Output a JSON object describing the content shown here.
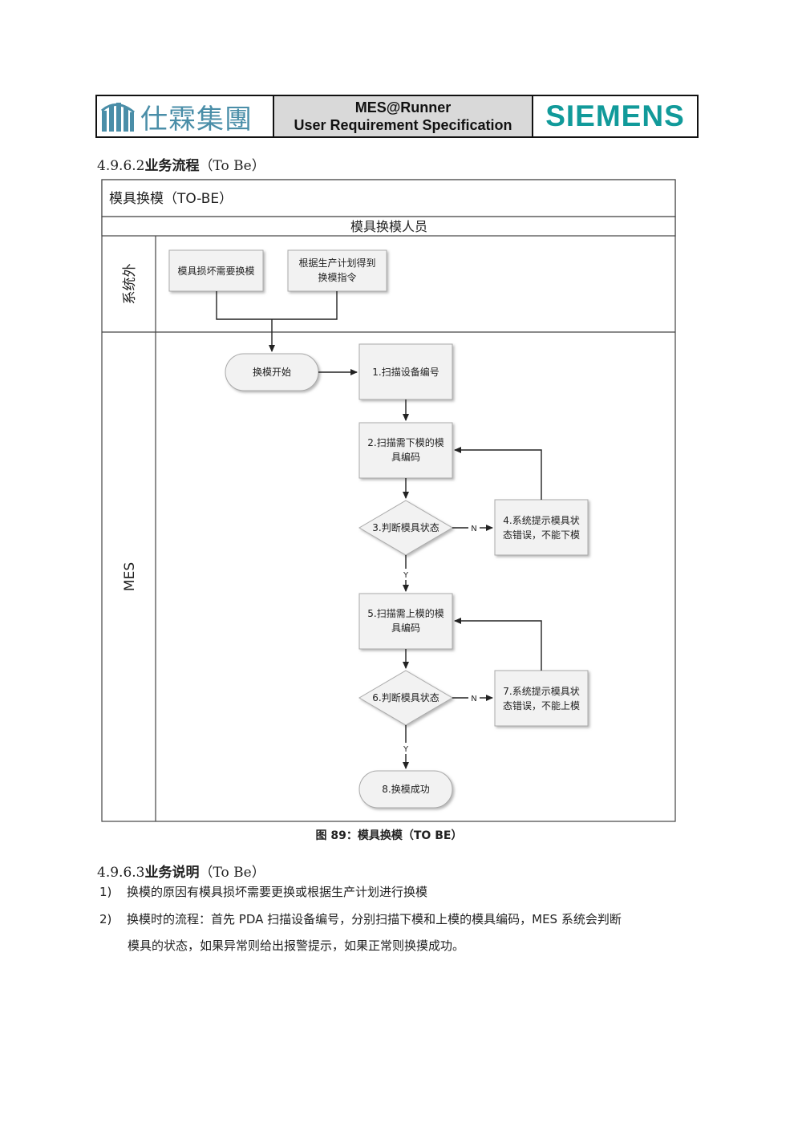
{
  "header": {
    "logo_text": "仕霖集團",
    "title_line1": "MES@Runner",
    "title_line2": "User Requirement Specification",
    "brand": "SIEMENS",
    "brand_color": "#119a9a",
    "logo_color": "#4a8ea8"
  },
  "section_process": {
    "number": "4.9.6.2",
    "title": "业务流程",
    "suffix": "（To Be）"
  },
  "diagram": {
    "title": "模具换模（TO-BE）",
    "pool_header": "模具换模人员",
    "lanes": {
      "external": "系统外",
      "mes": "MES"
    },
    "nodes": {
      "damage": "模具损坏需要换模",
      "plan_line1": "根据生产计划得到",
      "plan_line2": "换模指令",
      "start": "换模开始",
      "step1": "1.扫描设备编号",
      "step2_line1": "2.扫描需下模的模",
      "step2_line2": "具编码",
      "step3": "3.判断模具状态",
      "step4_line1": "4.系统提示模具状",
      "step4_line2": "态错误，不能下模",
      "step5_line1": "5.扫描需上模的模",
      "step5_line2": "具编码",
      "step6": "6.判断模具状态",
      "step7_line1": "7.系统提示模具状",
      "step7_line2": "态错误，不能上模",
      "step8": "8.换模成功"
    },
    "labels": {
      "no": "N",
      "yes": "Y"
    }
  },
  "caption": "图 89：模具换模（TO BE）",
  "section_desc": {
    "number": "4.9.6.3",
    "title": "业务说明",
    "suffix": "（To Be）"
  },
  "items": [
    {
      "num": "1)",
      "text": "换模的原因有模具损坏需要更换或根据生产计划进行换模"
    },
    {
      "num": "2)",
      "text": "换模时的流程：首先 PDA 扫描设备编号，分别扫描下模和上模的模具编码，MES 系统会判断",
      "cont": "模具的状态，如果异常则给出报警提示，如果正常则换摸成功。"
    }
  ]
}
